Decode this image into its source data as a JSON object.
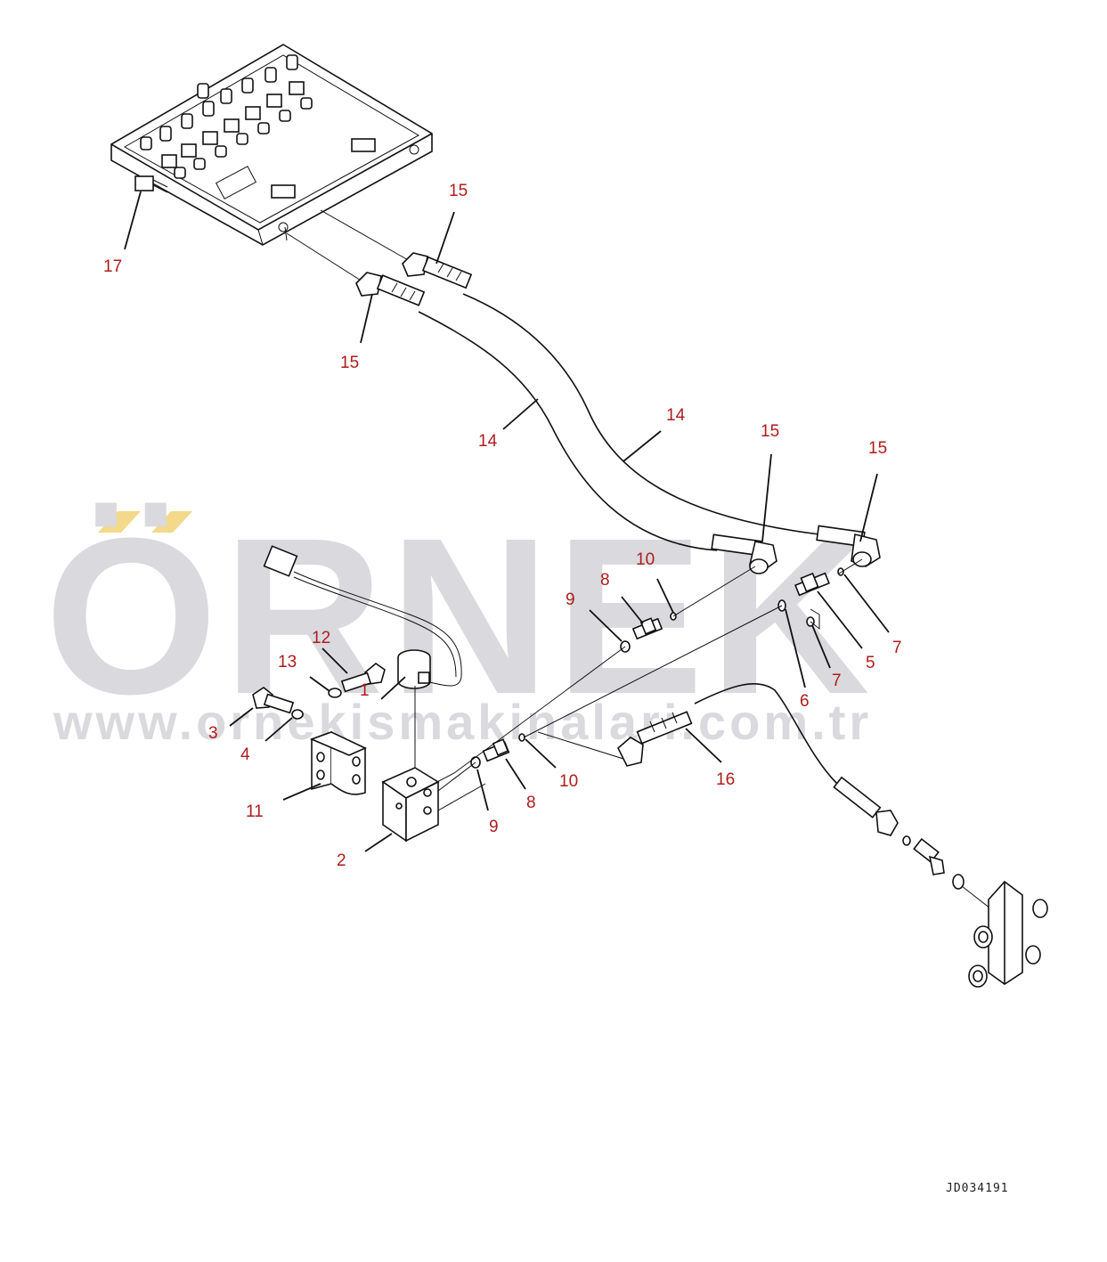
{
  "watermark": {
    "text": "ÖRNEK",
    "url": "www.ornekismakinalari.com.tr",
    "accent_color": "#f3d98a",
    "gray_color": "#d9d9de"
  },
  "figure_id": "JD034191",
  "callout_color": "#b01c1c",
  "callouts": [
    {
      "id": "c17",
      "label": "17"
    },
    {
      "id": "c15a",
      "label": "15"
    },
    {
      "id": "c15b",
      "label": "15"
    },
    {
      "id": "c14a",
      "label": "14"
    },
    {
      "id": "c14b",
      "label": "14"
    },
    {
      "id": "c15c",
      "label": "15"
    },
    {
      "id": "c15d",
      "label": "15"
    },
    {
      "id": "c10a",
      "label": "10"
    },
    {
      "id": "c8a",
      "label": "8"
    },
    {
      "id": "c9a",
      "label": "9"
    },
    {
      "id": "c12",
      "label": "12"
    },
    {
      "id": "c13",
      "label": "13"
    },
    {
      "id": "c1",
      "label": "1"
    },
    {
      "id": "c3",
      "label": "3"
    },
    {
      "id": "c4",
      "label": "4"
    },
    {
      "id": "c5",
      "label": "5"
    },
    {
      "id": "c7a",
      "label": "7"
    },
    {
      "id": "c7b",
      "label": "7"
    },
    {
      "id": "c6",
      "label": "6"
    },
    {
      "id": "c10b",
      "label": "10"
    },
    {
      "id": "c8b",
      "label": "8"
    },
    {
      "id": "c9b",
      "label": "9"
    },
    {
      "id": "c16",
      "label": "16"
    },
    {
      "id": "c11",
      "label": "11"
    },
    {
      "id": "c2",
      "label": "2"
    }
  ]
}
